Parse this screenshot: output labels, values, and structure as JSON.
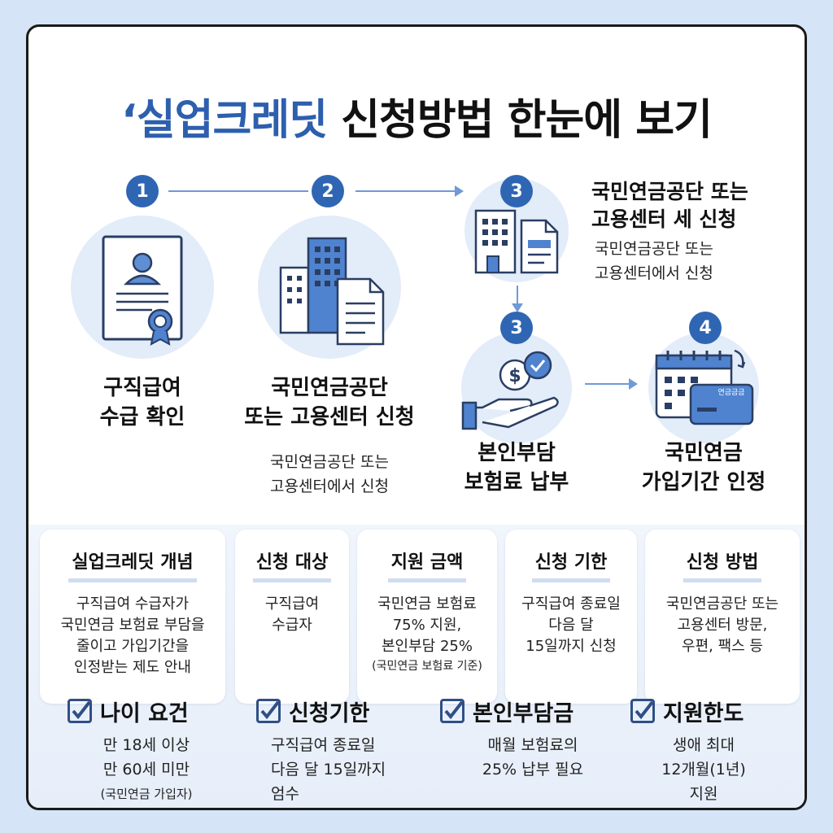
{
  "title": {
    "quote": "‘",
    "highlight": "실업크레딧",
    "rest": "신청방법 한눈에 보기"
  },
  "flow": {
    "step1": {
      "num": "1",
      "label_line1": "구직급여",
      "label_line2": "수급 확인"
    },
    "step2": {
      "num": "2",
      "label_line1": "국민연금공단",
      "label_line2": "또는 고용센터 신청",
      "sub_line1": "국민연금공단 또는",
      "sub_line2": "고용센터에서 신청"
    },
    "step3a": {
      "num": "3",
      "title_line1": "국민연금공단 또는",
      "title_line2": "고용센터 세 신청",
      "sub_line1": "국민연금공단 또는",
      "sub_line2": "고용센터에서 신청"
    },
    "step3b": {
      "num": "3",
      "label_line1": "본인부담",
      "label_line2": "보험료 납부"
    },
    "step4": {
      "num": "4",
      "label_line1": "국민연금",
      "label_line2": "가입기간 인정",
      "card_text": "연금금금"
    }
  },
  "info_cards": [
    {
      "heading": "실업크레딧 개념",
      "lines": [
        "구직급여 수급자가",
        "국민연금 보험료 부담을",
        "줄이고 가입기간을",
        "인정받는 제도 안내"
      ],
      "note": ""
    },
    {
      "heading": "신청 대상",
      "lines": [
        "구직급여",
        "수급자"
      ],
      "note": ""
    },
    {
      "heading": "지원 금액",
      "lines": [
        "국민연금 보험료",
        "75% 지원,",
        "본인부담 25%"
      ],
      "note": "(국민연금 보험료 기준)"
    },
    {
      "heading": "신청 기한",
      "lines": [
        "구직급여 종료일",
        "다음 달",
        "15일까지 신청"
      ],
      "note": ""
    },
    {
      "heading": "신청 방법",
      "lines": [
        "국민연금공단 또는",
        "고용센터 방문,",
        "우편, 팩스 등"
      ],
      "note": ""
    }
  ],
  "checks": [
    {
      "heading": "나이 요건",
      "lines": [
        "만 18세 이상",
        "만 60세 미만"
      ],
      "note": "(국민연금 가입자)"
    },
    {
      "heading": "신청기한",
      "lines": [
        "구직급여 종료일",
        "다음 달 15일까지",
        "엄수"
      ],
      "note": ""
    },
    {
      "heading": "본인부담금",
      "lines": [
        "매월 보험료의",
        "25% 납부 필요"
      ],
      "note": ""
    },
    {
      "heading": "지원한도",
      "lines": [
        "생애 최대",
        "12개월(1년)",
        "지원"
      ],
      "note": ""
    }
  ],
  "colors": {
    "accent": "#2f66b3",
    "title_blue": "#2d5fae",
    "line": "#6f9ad6",
    "bg": "#d6e4f7"
  }
}
